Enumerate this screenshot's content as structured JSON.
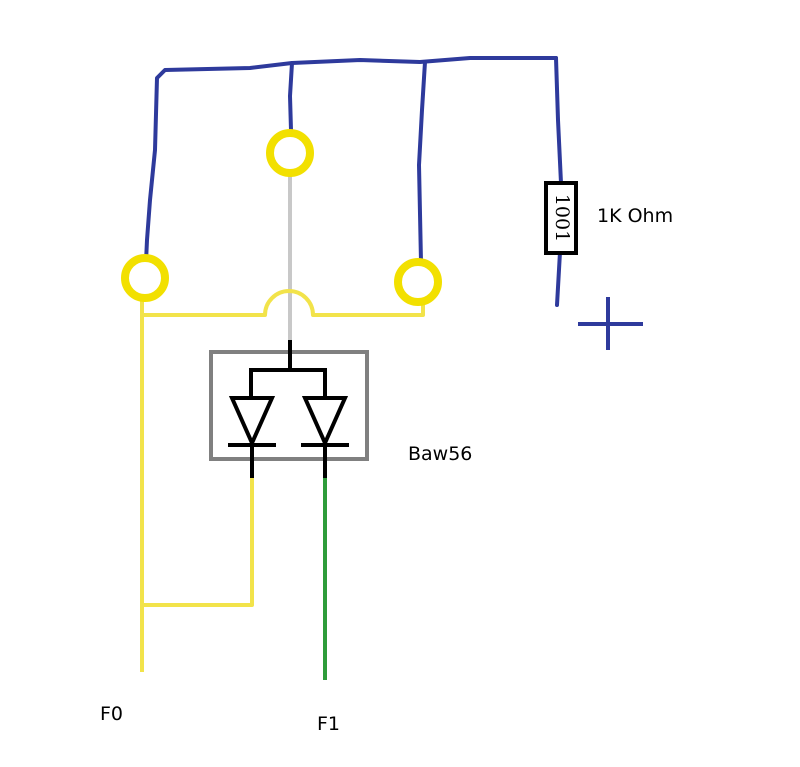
{
  "labels": {
    "resistor_value": "1K Ohm",
    "resistor_code": "1001",
    "diode_part": "Baw56",
    "terminal_f0": "F0",
    "terminal_f1": "F1"
  },
  "colors": {
    "supply_wire": "#2e3a9c",
    "yellow_wire": "#f2e34a",
    "pad_ring": "#f2e000",
    "gray_wire": "#c8c8c8",
    "green_wire": "#2e9c3a",
    "ic_outline": "#808080",
    "symbol": "#000000"
  },
  "symbols": {
    "plus": "plus-icon",
    "pad": "solder-pad-icon",
    "diode": "diode-icon",
    "resistor": "resistor-icon"
  }
}
